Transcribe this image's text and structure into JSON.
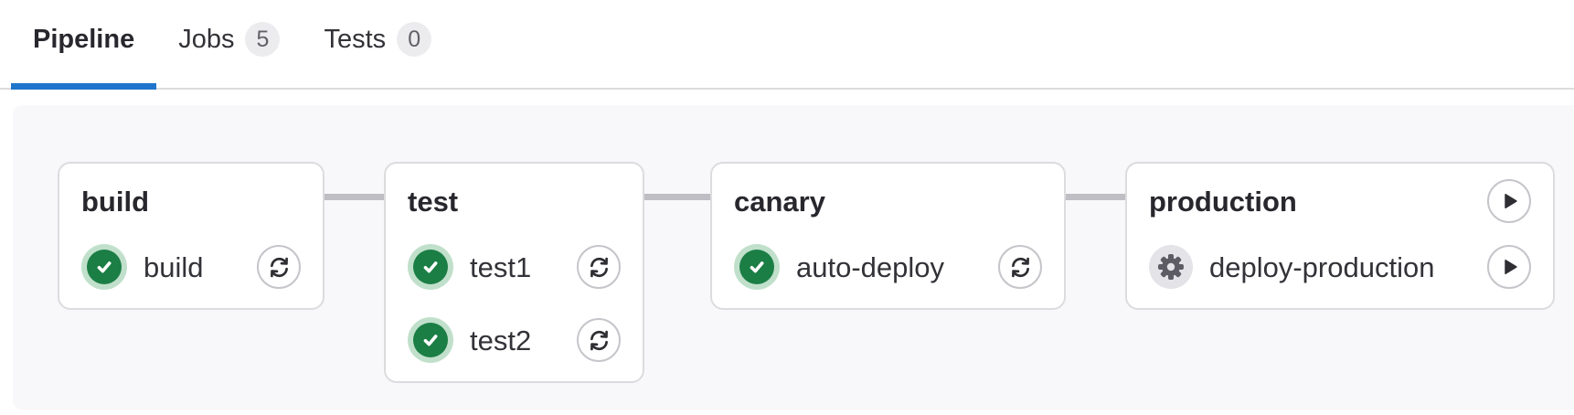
{
  "tabs": [
    {
      "label": "Pipeline",
      "active": true
    },
    {
      "label": "Jobs",
      "badge": "5"
    },
    {
      "label": "Tests",
      "badge": "0"
    }
  ],
  "pipeline": {
    "stages": [
      {
        "title": "build",
        "jobs": [
          {
            "name": "build",
            "status": "success",
            "action": "retry"
          }
        ]
      },
      {
        "title": "test",
        "jobs": [
          {
            "name": "test1",
            "status": "success",
            "action": "retry"
          },
          {
            "name": "test2",
            "status": "success",
            "action": "retry"
          }
        ]
      },
      {
        "title": "canary",
        "jobs": [
          {
            "name": "auto-deploy",
            "status": "success",
            "action": "retry"
          }
        ]
      },
      {
        "title": "production",
        "header_action": "play",
        "jobs": [
          {
            "name": "deploy-production",
            "status": "manual",
            "action": "play"
          }
        ]
      }
    ]
  },
  "icons": {
    "status-success": "check-circle",
    "status-manual": "gear-circle",
    "retry": "cycle-arrows",
    "play": "play-triangle"
  },
  "colors": {
    "accent-blue": "#1f75cb",
    "success-green": "#1b7e45",
    "success-halo": "#c1e0cb",
    "manual-gray": "#5d5b64",
    "manual-halo": "#e4e3e8",
    "connector": "#bfbec4",
    "border-gray": "#dcdcde",
    "badge-bg": "#ececef",
    "badge-text": "#626168",
    "graph-bg": "#f8f8fa"
  }
}
